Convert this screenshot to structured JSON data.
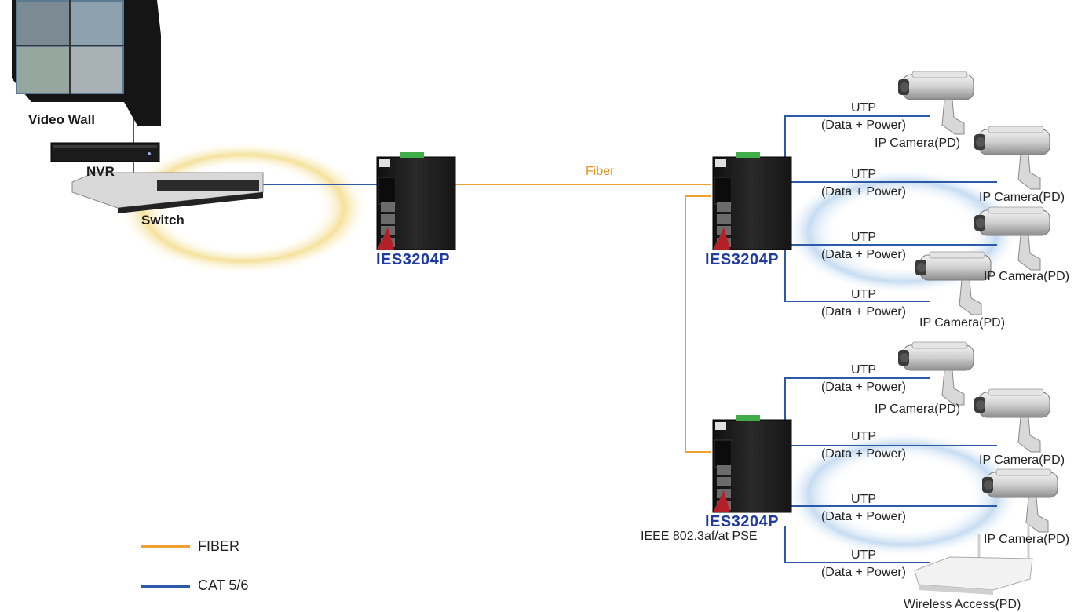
{
  "devices": {
    "video_wall": "Video Wall",
    "nvr": "NVR",
    "switch": "Switch",
    "switch_model": "IES3204P",
    "remote_switch_model_1": "IES3204P",
    "remote_switch_model_2": "IES3204P",
    "pse_label": "IEEE 802.3af/at PSE",
    "camera_label": "IP Camera(PD)",
    "wap_label": "Wireless Access(PD)"
  },
  "links": {
    "fiber_label": "Fiber",
    "utp_label": "UTP",
    "utp_sub": "(Data + Power)"
  },
  "legend": {
    "items": [
      {
        "label": "FIBER",
        "color": "#f0a030"
      },
      {
        "label": "CAT 5/6",
        "color": "#2c5aa8"
      }
    ]
  },
  "colors": {
    "fiber": "#f0a030",
    "cat": "#2c5aa8",
    "switch_glow": "#f3dc8a",
    "pd_glow": "#a9c8e8"
  }
}
